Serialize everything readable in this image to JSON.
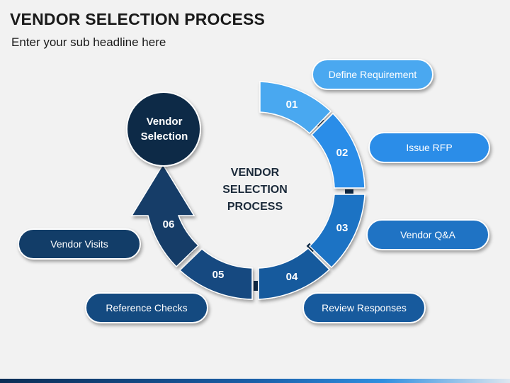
{
  "title": "VENDOR SELECTION PROCESS",
  "subtitle": "Enter your sub headline here",
  "center": {
    "line1": "VENDOR",
    "line2": "SELECTION",
    "line3": "PROCESS"
  },
  "vendor_circle": {
    "line1": "Vendor",
    "line2": "Selection",
    "color": "#0e2a47"
  },
  "steps": [
    {
      "num": "01",
      "label": "Define Requirement",
      "color": "#4aa8f0"
    },
    {
      "num": "02",
      "label": "Issue RFP",
      "color": "#2b8de8"
    },
    {
      "num": "03",
      "label": "Vendor Q&A",
      "color": "#1f73c4"
    },
    {
      "num": "04",
      "label": "Review Responses",
      "color": "#175a9d"
    },
    {
      "num": "05",
      "label": "Reference Checks",
      "color": "#144a80"
    },
    {
      "num": "06",
      "label": "Vendor Visits",
      "color": "#123d68"
    }
  ]
}
